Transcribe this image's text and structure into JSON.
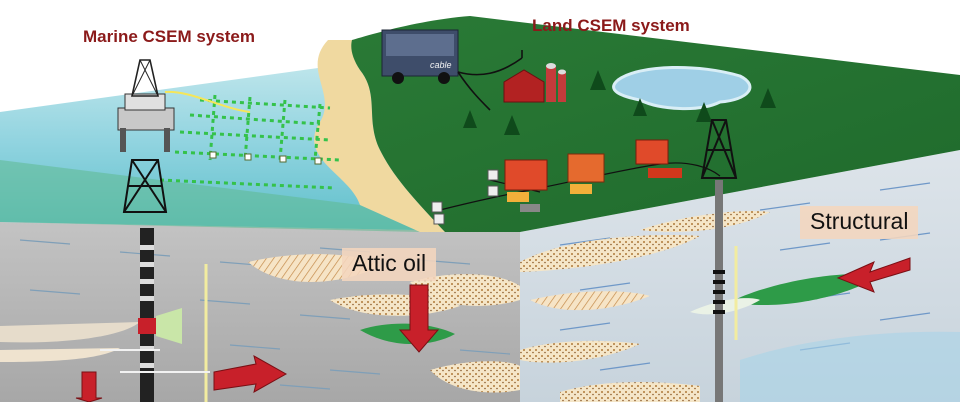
{
  "labels": {
    "marine_system": "Marine CSEM system",
    "land_system": "Land CSEM system",
    "attic_oil": "Attic oil",
    "structural": "Structural",
    "truck_cable": "cable"
  },
  "colors": {
    "sea": "#8fd3df",
    "land": "#2e7d3a",
    "sand": "#f0d9a0",
    "marine_subsurface": "#b9b9b9",
    "land_subsurface": "#d4dde6",
    "reservoir_green": "#2e9b48",
    "arrow_red": "#c8202a",
    "title_red": "#8b1a1a",
    "label_box": "#f4d6be"
  }
}
